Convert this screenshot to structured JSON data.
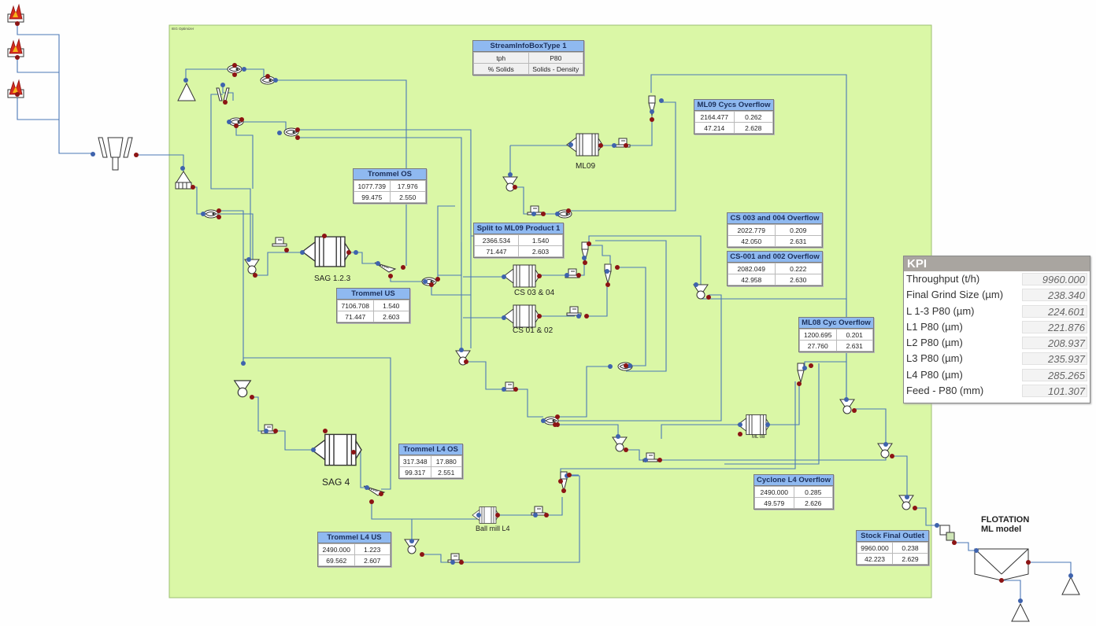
{
  "plant_area": {
    "label": "IEG Optimizer"
  },
  "legend": {
    "title": "StreamInfoBoxType 1",
    "cells": [
      [
        "tph",
        "P80"
      ],
      [
        "% Solids",
        "Solids - Density"
      ]
    ]
  },
  "stream_boxes": [
    {
      "id": "ml09-cycs-overflow",
      "title": "ML09 Cycs Overflow",
      "cells": [
        [
          "2164.477",
          "0.262"
        ],
        [
          "47.214",
          "2.628"
        ]
      ]
    },
    {
      "id": "trommel-os",
      "title": "Trommel OS",
      "cells": [
        [
          "1077.739",
          "17.976"
        ],
        [
          "99.475",
          "2.550"
        ]
      ]
    },
    {
      "id": "split-ml09-product1",
      "title": "Split to ML09 Product 1",
      "cells": [
        [
          "2366.534",
          "1.540"
        ],
        [
          "71.447",
          "2.603"
        ]
      ]
    },
    {
      "id": "cs003-004-overflow",
      "title": "CS 003 and 004 Overflow",
      "cells": [
        [
          "2022.779",
          "0.209"
        ],
        [
          "42.050",
          "2.631"
        ]
      ]
    },
    {
      "id": "cs001-002-overflow",
      "title": "CS-001 and 002 Overflow",
      "cells": [
        [
          "2082.049",
          "0.222"
        ],
        [
          "42.958",
          "2.630"
        ]
      ]
    },
    {
      "id": "trommel-us",
      "title": "Trommel US",
      "cells": [
        [
          "7106.708",
          "1.540"
        ],
        [
          "71.447",
          "2.603"
        ]
      ]
    },
    {
      "id": "ml08-cyc-overflow",
      "title": "ML08 Cyc Overflow",
      "cells": [
        [
          "1200.695",
          "0.201"
        ],
        [
          "27.760",
          "2.631"
        ]
      ]
    },
    {
      "id": "trommel-l4-os",
      "title": "Trommel L4 OS",
      "cells": [
        [
          "317.348",
          "17.880"
        ],
        [
          "99.317",
          "2.551"
        ]
      ]
    },
    {
      "id": "cyclone-l4-overflow",
      "title": "Cyclone L4 Overflow",
      "cells": [
        [
          "2490.000",
          "0.285"
        ],
        [
          "49.579",
          "2.626"
        ]
      ]
    },
    {
      "id": "trommel-l4-us",
      "title": "Trommel L4 US",
      "cells": [
        [
          "2490.000",
          "1.223"
        ],
        [
          "69.562",
          "2.607"
        ]
      ]
    },
    {
      "id": "stock-final-outlet",
      "title": "Stock Final Outlet",
      "cells": [
        [
          "9960.000",
          "0.238"
        ],
        [
          "42.223",
          "2.629"
        ]
      ]
    }
  ],
  "equipment_labels": {
    "ml09": "ML09",
    "sag123": "SAG 1.2.3",
    "cs0304": "CS 03 & 04",
    "cs0102": "CS 01 & 02",
    "ml08": "ML 08",
    "sag4": "SAG 4",
    "ballmill_l4": "Ball mill L4",
    "flotation_line1": "FLOTATION",
    "flotation_line2": "ML model"
  },
  "kpi": {
    "title": "KPI",
    "rows": [
      {
        "name": "Throughput (t/h)",
        "value": "9960.000"
      },
      {
        "name": "Final Grind Size (µm)",
        "value": "238.340"
      },
      {
        "name": "L 1-3 P80 (µm)",
        "value": "224.601"
      },
      {
        "name": "L1 P80 (µm)",
        "value": "221.876"
      },
      {
        "name": "L2 P80 (µm)",
        "value": "208.937"
      },
      {
        "name": "L3 P80 (µm)",
        "value": "235.937"
      },
      {
        "name": "L4 P80 (µm)",
        "value": "285.265"
      },
      {
        "name": "Feed - P80 (mm)",
        "value": "101.307"
      }
    ]
  },
  "colors": {
    "plant_background": "#daf7a6",
    "stream_line": "#4b78b7",
    "port_in": "#3f63ad",
    "port_out": "#8c1414",
    "box_header": "#8fb9f0",
    "kpi_header": "#a9a5a0",
    "source_fire": "#d42b1e"
  }
}
